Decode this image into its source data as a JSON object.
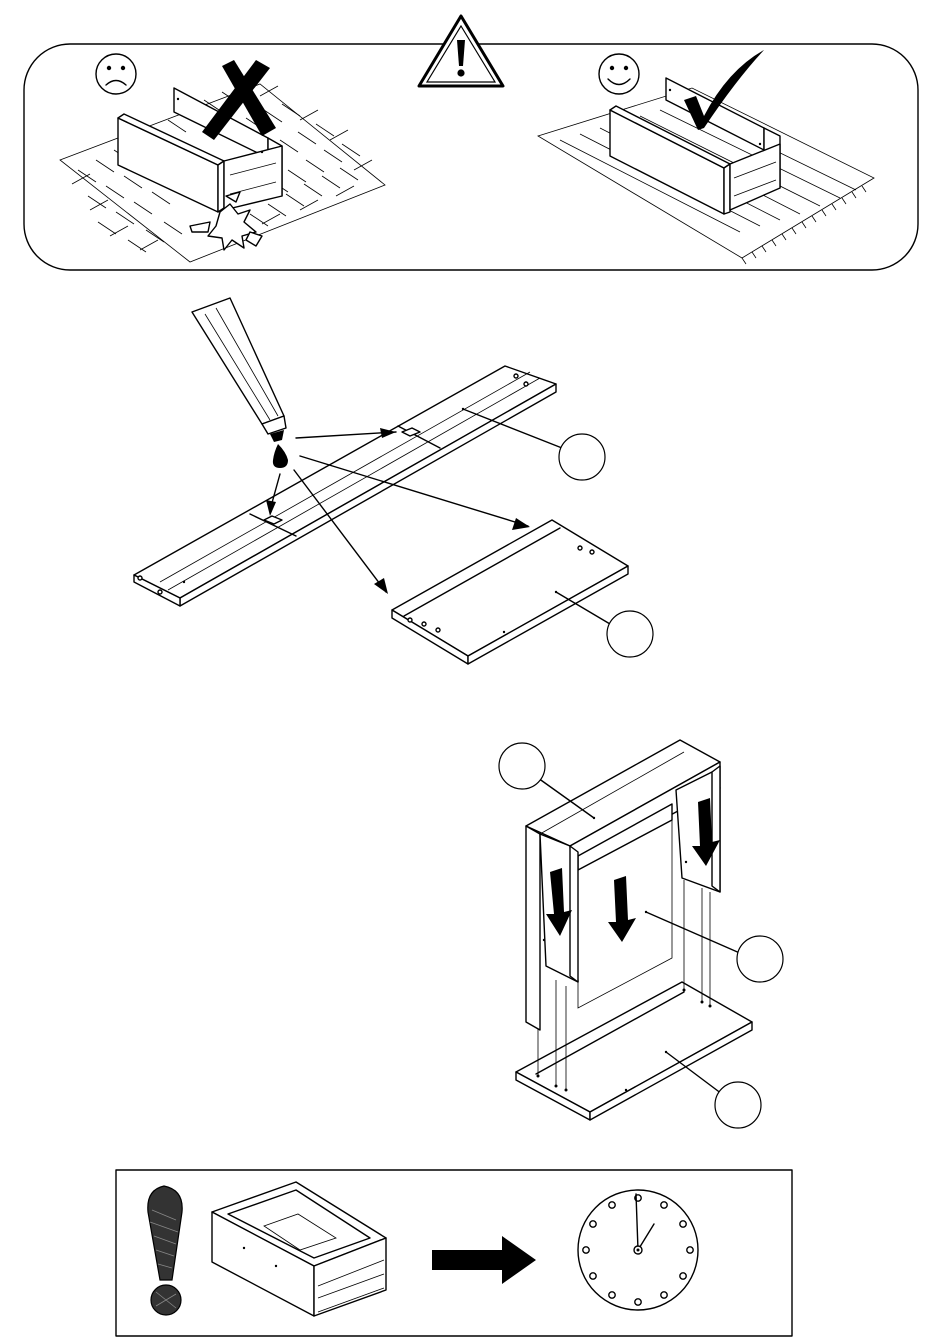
{
  "page": {
    "title": "",
    "background": "#ffffff",
    "ink": "#000000"
  },
  "warning_panel": {
    "icon": "warning-triangle-icon",
    "bad": {
      "face": "sad-face-icon",
      "mark": "cross-mark-icon",
      "surface": "hard-tiled-floor"
    },
    "good": {
      "face": "happy-face-icon",
      "mark": "check-mark-icon",
      "surface": "soft-carpet"
    }
  },
  "step_glue": {
    "tool": "glue-tube-icon",
    "callouts": [
      "",
      ""
    ]
  },
  "step_assembly": {
    "arrows": [
      "down-arrow-icon",
      "down-arrow-icon",
      "down-arrow-icon"
    ],
    "callouts": [
      "",
      "",
      ""
    ]
  },
  "drying_note": {
    "icons": [
      "exclamation-icon",
      "drawer-icon",
      "right-arrow-icon",
      "clock-icon"
    ],
    "clock": {
      "hour_marks": 12
    }
  }
}
